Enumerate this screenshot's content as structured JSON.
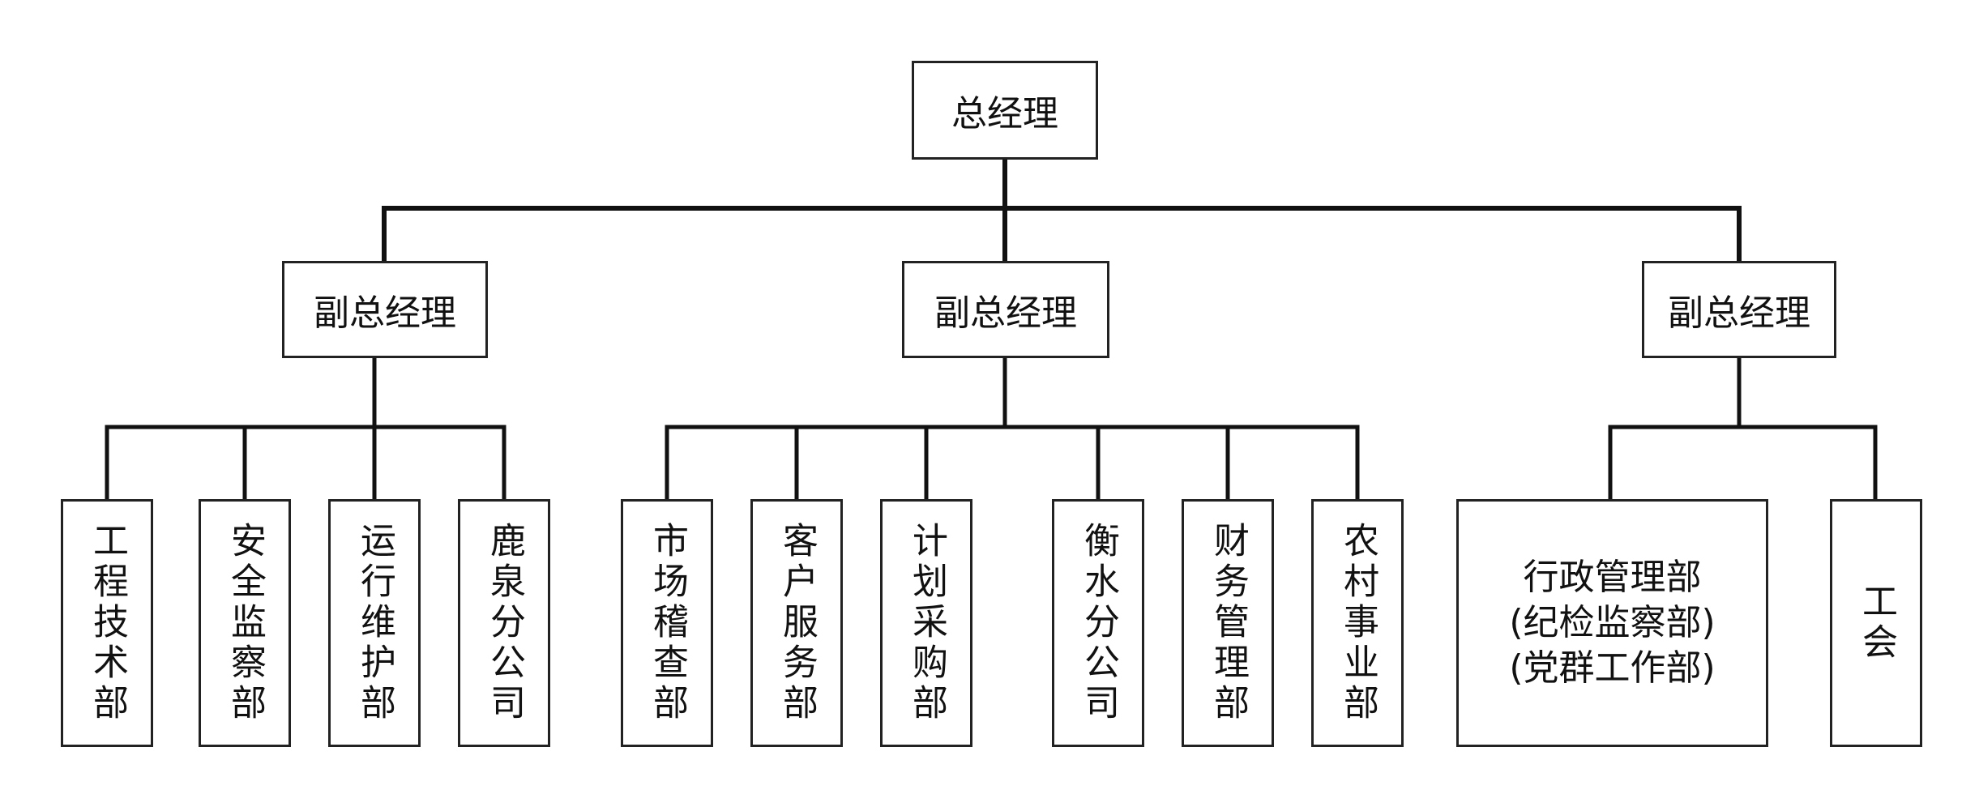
{
  "root": {
    "label": "总经理"
  },
  "deputies": [
    {
      "label": "副总经理",
      "departments": [
        {
          "label": "工程技术部"
        },
        {
          "label": "安全监察部"
        },
        {
          "label": "运行维护部"
        },
        {
          "label": "鹿泉分公司"
        }
      ]
    },
    {
      "label": "副总经理",
      "departments": [
        {
          "label": "市场稽查部"
        },
        {
          "label": "客户服务部"
        },
        {
          "label": "计划采购部"
        },
        {
          "label": "衡水分公司"
        },
        {
          "label": "财务管理部"
        },
        {
          "label": "农村事业部"
        }
      ]
    },
    {
      "label": "副总经理",
      "departments": [
        {
          "lines": [
            "行政管理部",
            "(纪检监察部)",
            "(党群工作部)"
          ]
        },
        {
          "label": "工会"
        }
      ]
    }
  ]
}
